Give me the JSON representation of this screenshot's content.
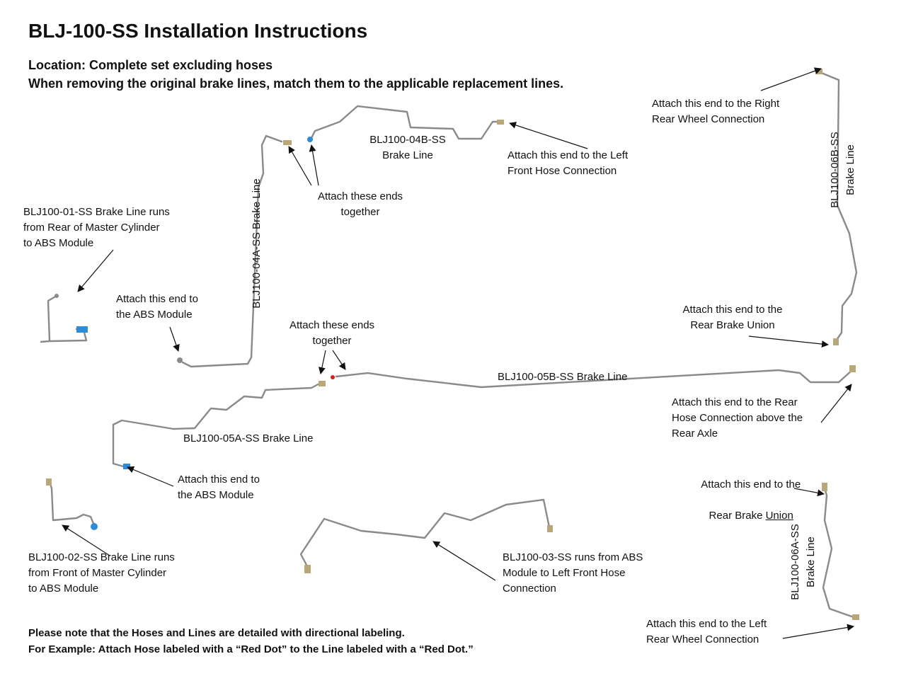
{
  "title": "BLJ-100-SS Installation Instructions",
  "location": "Location: Complete set excluding hoses",
  "instruction": "When removing the original brake lines, match them to the applicable replacement lines.",
  "labels": {
    "line01": "BLJ100-01-SS Brake Line runs\nfrom Rear of Master Cylinder\nto ABS Module",
    "line02": "BLJ100-02-SS Brake Line runs\nfrom Front of Master Cylinder\nto ABS Module",
    "line03": "BLJ100-03-SS runs from ABS\nModule to Left Front Hose\nConnection",
    "line04a": "BLJ100-04A-SS Brake Line",
    "line04b": "BLJ100-04B-SS\nBrake Line",
    "line05a": "BLJ100-05A-SS Brake Line",
    "line05b": "BLJ100-05B-SS Brake Line",
    "line06a": "BLJ100-06A-SS\nBrake Line",
    "line06b": "BLJ100-06B-SS\nBrake Line",
    "abs1": "Attach this end to\nthe ABS Module",
    "abs2": "Attach this end to\nthe ABS Module",
    "together1": "Attach these ends\ntogether",
    "together2": "Attach these ends\ntogether",
    "left_front_hose": "Attach this end to the Left\nFront Hose Connection",
    "right_rear_wheel": "Attach this end to the Right\nRear Wheel Connection",
    "rear_brake_union1": "Attach this end to the\nRear Brake Union",
    "rear_hose": "Attach this end to the Rear\nHose Connection above the\nRear Axle",
    "rear_brake_union2_line1": "Attach this end to the",
    "rear_brake_union2_line2a": "Rear Brake ",
    "rear_brake_union2_line2b": "Union",
    "left_rear_wheel": "Attach this end to the Left\nRear Wheel Connection"
  },
  "footer": {
    "note1": "Please note that the Hoses and Lines are detailed with directional labeling.",
    "note2": "For Example: Attach Hose labeled with a “Red Dot” to the Line labeled with a “Red Dot.”"
  },
  "colors": {
    "line": "#8a8a8a",
    "fitting": "#b9a77a",
    "blue_fitting": "#2e8bd6",
    "arrow": "#111111",
    "red_dot": "#d02020"
  }
}
